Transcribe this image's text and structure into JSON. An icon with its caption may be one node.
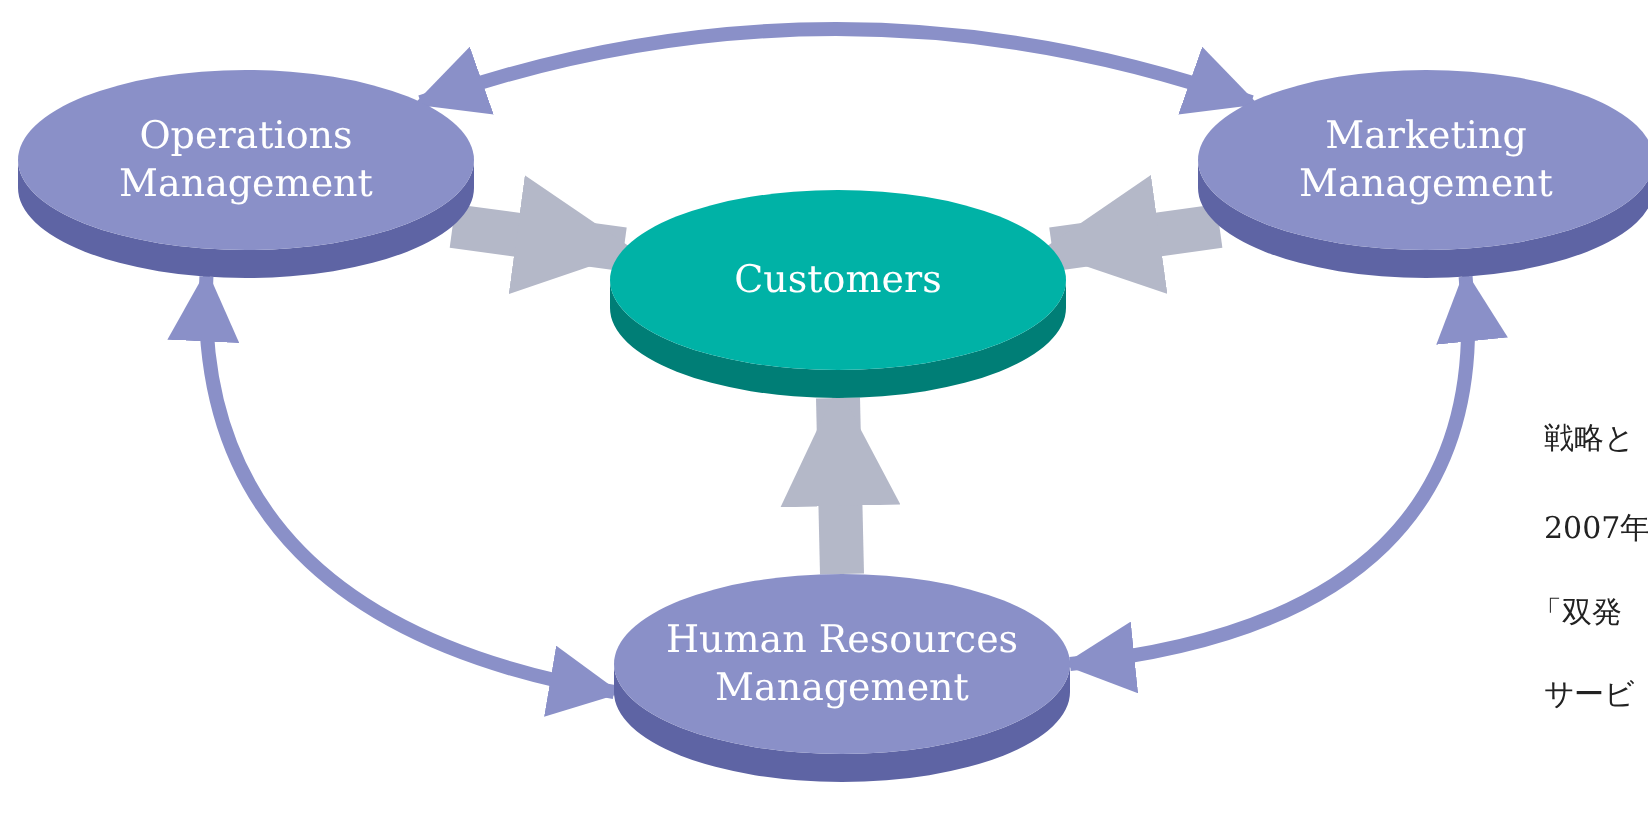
{
  "diagram": {
    "nodes": [
      {
        "text": [
          "Operations Management"
        ]
      },
      {
        "text": [
          "Marketing Management"
        ]
      },
      {
        "text": [
          "Customers"
        ]
      },
      {
        "text": [
          "Human Resources Management"
        ]
      }
    ],
    "edges": [
      {
        "from": 0,
        "to": 1,
        "arrow": "both"
      },
      {
        "from": 0,
        "to": 3,
        "arrow": "both"
      },
      {
        "from": 1,
        "to": 3,
        "arrow": "both"
      },
      {
        "from": 0,
        "to": 2,
        "arrow": "to",
        "style": "thick",
        "color": "#b4b8c8"
      },
      {
        "from": 1,
        "to": 2,
        "arrow": "to",
        "style": "thick",
        "color": "#b4b8c8"
      },
      {
        "from": 3,
        "to": 2,
        "arrow": "to",
        "style": "thick",
        "color": "#b4b8c8"
      }
    ],
    "labels": [
      "戦略と",
      "2007年",
      "「双発",
      "サービ"
    ]
  }
}
